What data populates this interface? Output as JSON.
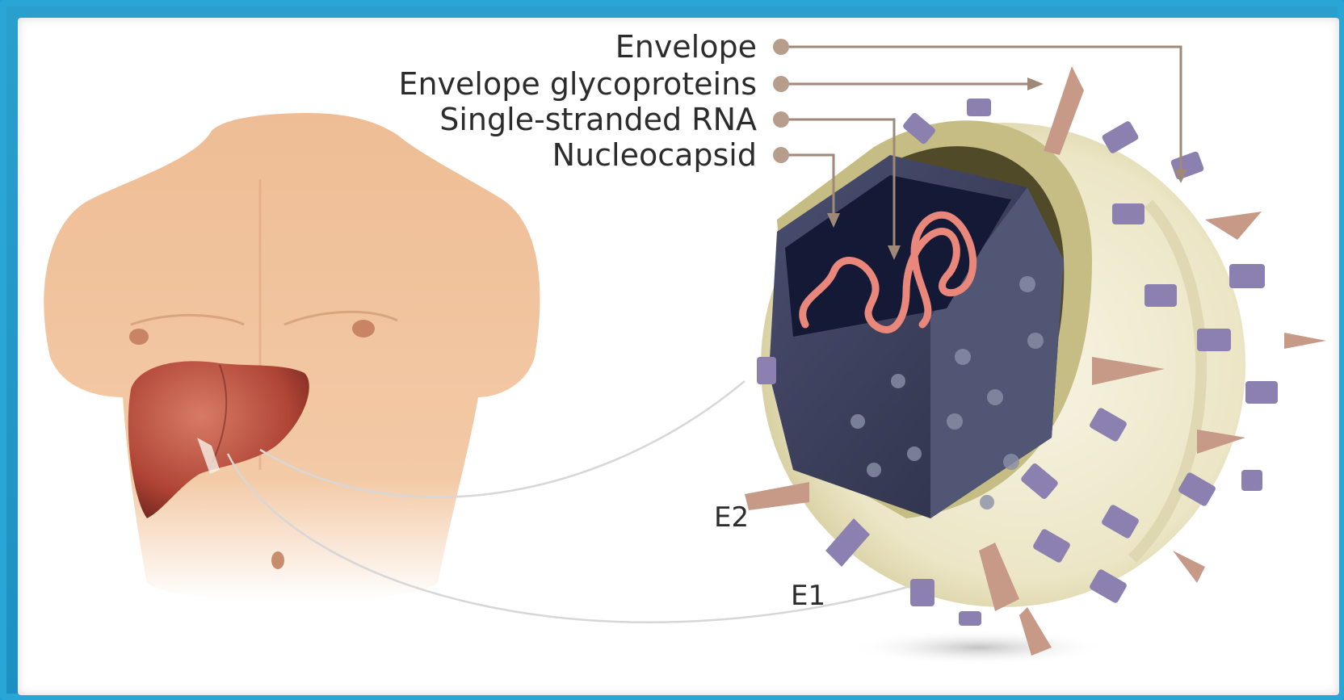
{
  "labels": {
    "envelope": "Envelope",
    "glycoproteins": "Envelope glycoproteins",
    "rna": "Single-stranded RNA",
    "nucleocapsid": "Nucleocapsid",
    "e2": "E2",
    "e1": "E1"
  },
  "colors": {
    "frame": "#2aa6d6",
    "skin": "#f1c6a0",
    "liver": "#b64a3a",
    "capsid": "#3b3f5c",
    "rna": "#e9877a",
    "envelope_outer": "#f0ecd6",
    "envelope_inner": "#c9c08a",
    "spike_purple": "#8b80b0",
    "spike_pink": "#c79a88",
    "leader": "#a08878"
  }
}
